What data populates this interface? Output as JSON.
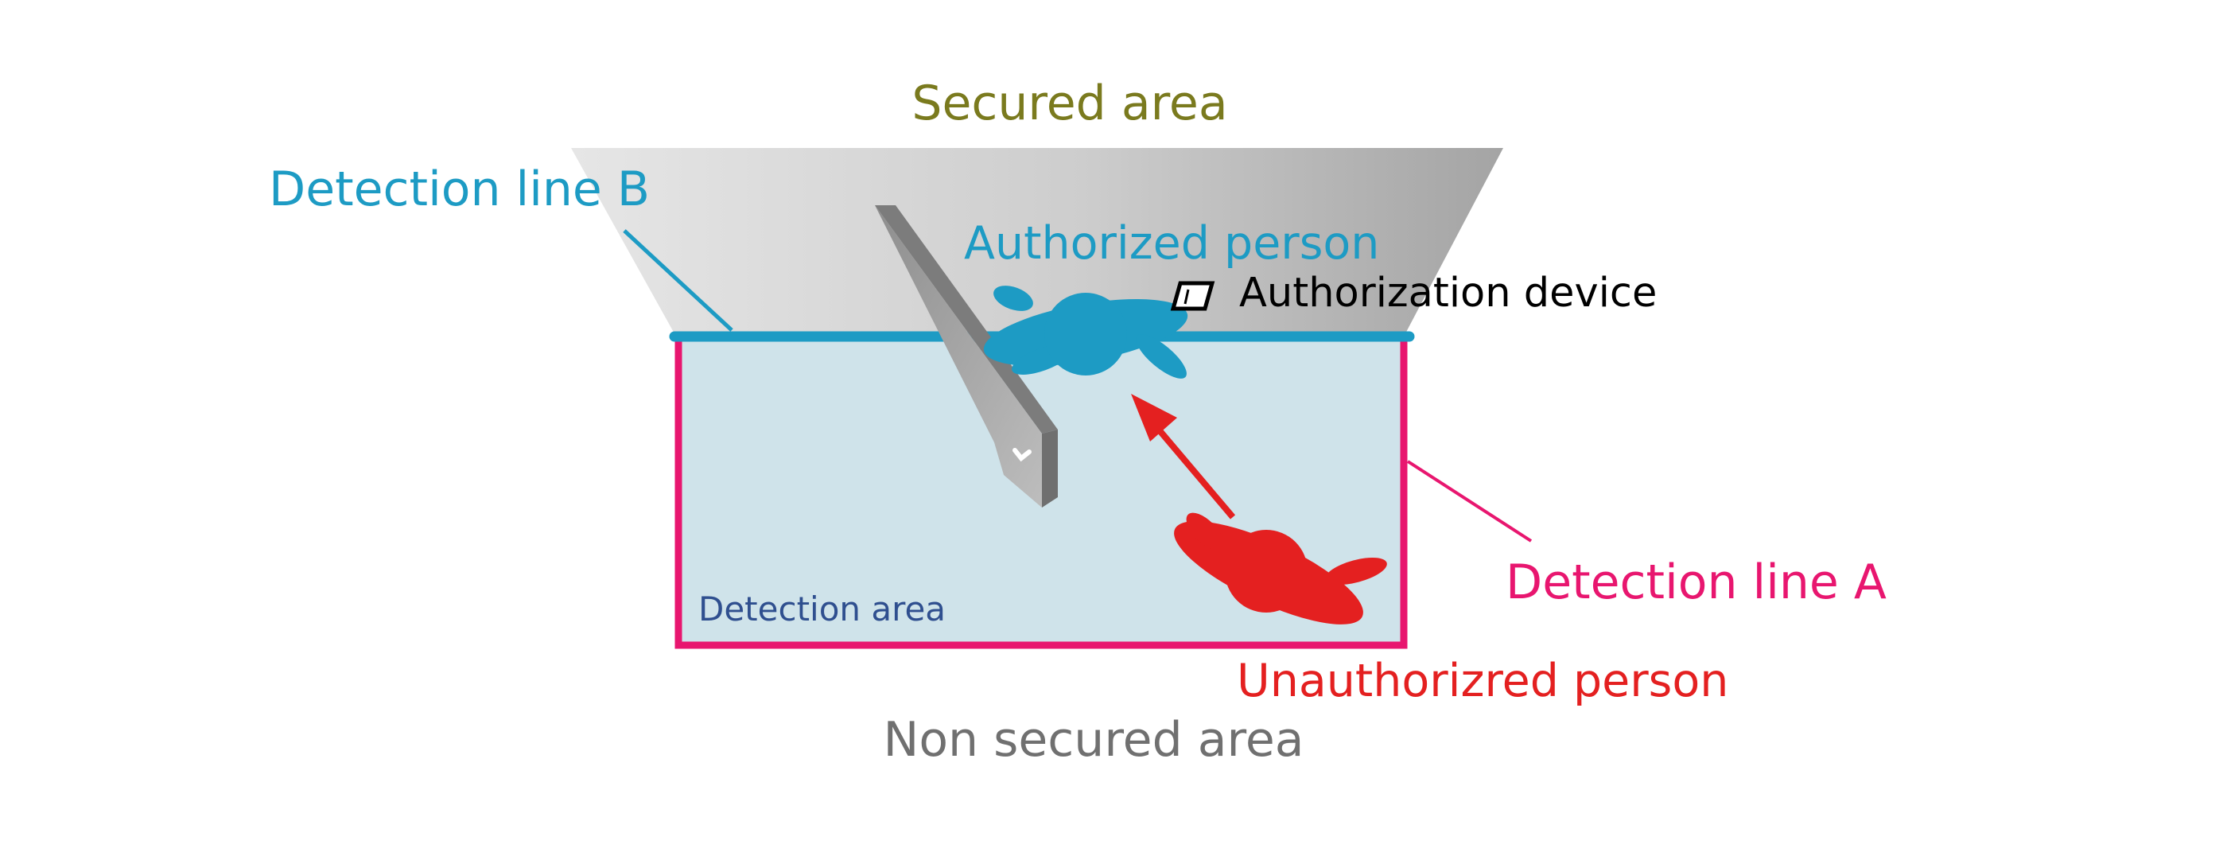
{
  "labels": {
    "secured_area": "Secured area",
    "non_secured_area": "Non secured area",
    "detection_line_b": "Detection line B",
    "detection_line_a": "Detection line A",
    "detection_area": "Detection area",
    "authorized_person": "Authorized person",
    "unauthorized_person": "Unauthorizred person",
    "authorization_device": "Authorization device"
  },
  "colors": {
    "secured_label": "#7a7a1e",
    "non_secured_label": "#707070",
    "line_b": "#1d9bc4",
    "line_a": "#e8166f",
    "detection_area_fill": "#cfe3ea",
    "detection_area_label": "#2f4f8f",
    "authorized": "#1d9bc4",
    "unauthorized": "#e42020",
    "device_label": "#000000"
  }
}
